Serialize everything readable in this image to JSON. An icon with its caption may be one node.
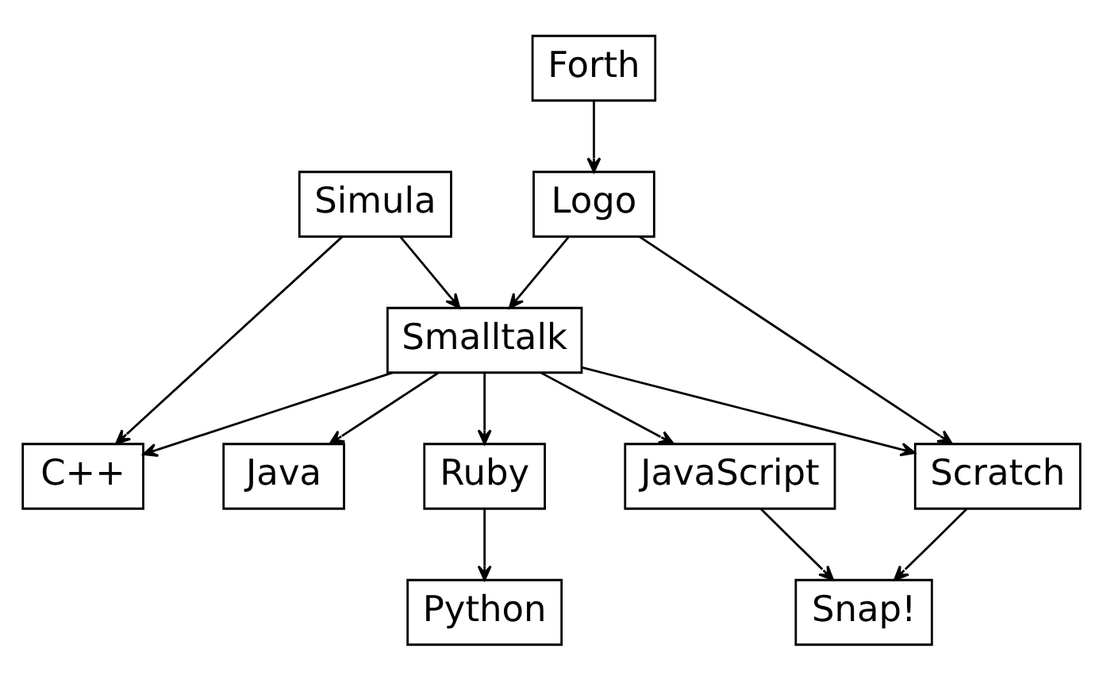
{
  "diagram": {
    "nodes": [
      {
        "text": [
          "Simula"
        ]
      },
      {
        "text": [
          "Forth"
        ]
      },
      {
        "text": [
          "Logo"
        ]
      },
      {
        "text": [
          "Smalltalk"
        ]
      },
      {
        "text": [
          "Scratch"
        ]
      },
      {
        "text": [
          "C++"
        ]
      },
      {
        "text": [
          "JavaScript"
        ]
      },
      {
        "text": [
          "Java"
        ]
      },
      {
        "text": [
          "Snap!"
        ]
      },
      {
        "text": [
          "Ruby"
        ]
      },
      {
        "text": [
          "Python"
        ]
      }
    ],
    "edges": [
      {
        "from": 0,
        "to": 5,
        "arrow": "to"
      },
      {
        "from": 0,
        "to": 3,
        "arrow": "to"
      },
      {
        "from": 1,
        "to": 2,
        "arrow": "to"
      },
      {
        "from": 2,
        "to": 3,
        "arrow": "to"
      },
      {
        "from": 2,
        "to": 4,
        "arrow": "to"
      },
      {
        "from": 3,
        "to": 4,
        "arrow": "to"
      },
      {
        "from": 3,
        "to": 5,
        "arrow": "to"
      },
      {
        "from": 3,
        "to": 7,
        "arrow": "to"
      },
      {
        "from": 3,
        "to": 9,
        "arrow": "to"
      },
      {
        "from": 3,
        "to": 6,
        "arrow": "to"
      },
      {
        "from": 4,
        "to": 8,
        "arrow": "to"
      },
      {
        "from": 6,
        "to": 8,
        "arrow": "to"
      },
      {
        "from": 9,
        "to": 10,
        "arrow": "to"
      }
    ]
  }
}
